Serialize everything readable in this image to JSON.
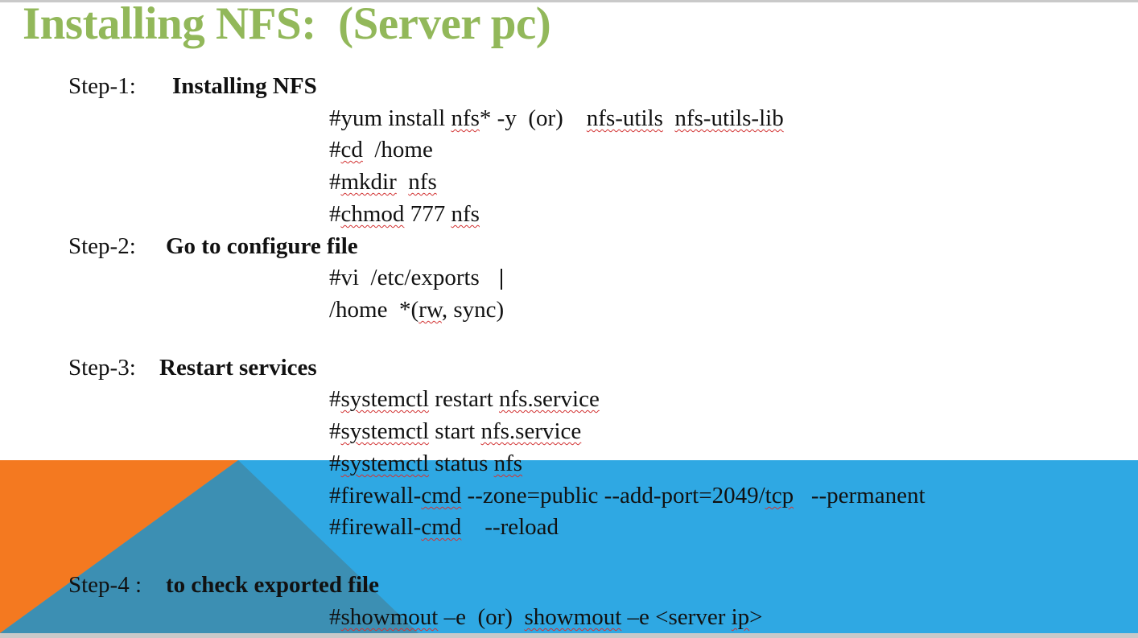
{
  "slide": {
    "title": "Installing NFS:  (Server pc)",
    "colors": {
      "title": "#92b85a",
      "band_blue": "#2fa8e3",
      "band_orange": "#f47920",
      "band_dark_teal": "#3c8fb3",
      "squiggle": "#d23232"
    },
    "steps": [
      {
        "label": "Step-1:",
        "heading": "Installing NFS",
        "commands": [
          [
            "#yum install ",
            "nfs",
            "* -y  (or)    ",
            "nfs-utils",
            "  ",
            "nfs-utils-lib"
          ],
          [
            "#",
            "cd",
            "  /home"
          ],
          [
            "#",
            "mkdir",
            "  ",
            "nfs"
          ],
          [
            "#",
            "chmod",
            " 777 ",
            "nfs"
          ]
        ]
      },
      {
        "label": "Step-2:",
        "heading": "Go to configure file",
        "commands": [
          [
            "#vi  /etc/exports"
          ],
          [
            "/home  *(",
            "rw",
            ", sync)"
          ]
        ]
      },
      {
        "label": "Step-3:",
        "heading": "Restart services",
        "commands": [
          [
            "#",
            "systemctl",
            " restart ",
            "nfs.service"
          ],
          [
            "#",
            "systemctl",
            " start ",
            "nfs.service"
          ],
          [
            "#",
            "systemctl",
            " status ",
            "nfs"
          ],
          [
            "#firewall-",
            "cmd",
            " --zone=public --add-port=2049/",
            "tcp",
            "   --permanent"
          ],
          [
            "#firewall-",
            "cmd",
            "    --reload"
          ]
        ]
      },
      {
        "label": "Step-4 :",
        "heading": "to check exported file",
        "commands": [
          [
            "#",
            "showmout",
            " –e  (or)  ",
            "showmout",
            " –e <server ",
            "ip",
            ">"
          ]
        ]
      }
    ]
  }
}
